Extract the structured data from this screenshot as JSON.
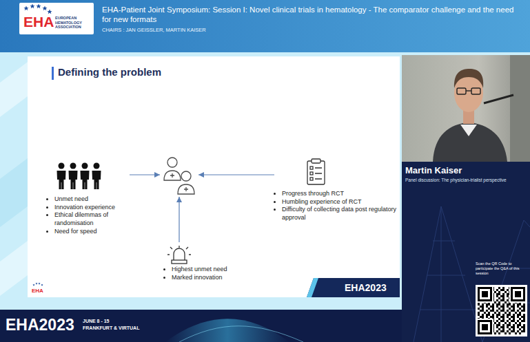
{
  "diagram": {
    "title": "Defining the problem",
    "nodes": [
      {
        "text": [
          "Unmet need",
          "Innovation experience",
          "Ethical dilemmas of randomisation",
          "Need for speed"
        ]
      },
      {
        "text": []
      },
      {
        "text": [
          "Progress through RCT",
          "Humbling experience of RCT",
          "Difficulty of collecting data post regulatory approval"
        ]
      },
      {
        "text": [
          "Highest unmet need",
          "Marked innovation"
        ]
      }
    ],
    "edges": [
      {
        "from": 0,
        "to": 1,
        "arrow": "to"
      },
      {
        "from": 2,
        "to": 1,
        "arrow": "to"
      },
      {
        "from": 3,
        "to": 1,
        "arrow": "to"
      }
    ],
    "labels": [
      "EHA",
      "EUROPEAN HEMATOLOGY ASSOCIATION",
      "EHA-Patient Joint Symposium: Session I: Novel clinical trials in hematology - The comparator challenge and the need for new formats",
      "CHAIRS : JAN GEISSLER, MARTIN KAISER",
      "Martin Kaiser",
      "Panel discussion: The physician-trialist perspective",
      "Scan the QR Code to participate the Q&A of this session",
      "EHA",
      "EHA2023",
      "EHA2023",
      "JUNE 8 - 15",
      "FRANKFURT & VIRTUAL"
    ]
  }
}
